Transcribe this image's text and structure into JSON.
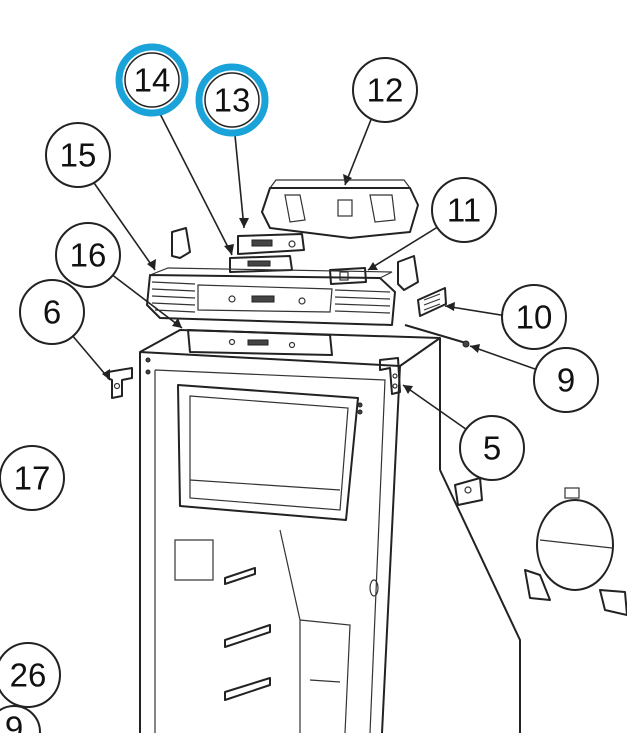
{
  "diagram": {
    "callouts": [
      {
        "id": "c14",
        "label": "14",
        "highlight": true
      },
      {
        "id": "c13",
        "label": "13",
        "highlight": true
      },
      {
        "id": "c12",
        "label": "12",
        "highlight": false
      },
      {
        "id": "c15",
        "label": "15",
        "highlight": false
      },
      {
        "id": "c11",
        "label": "11",
        "highlight": false
      },
      {
        "id": "c16",
        "label": "16",
        "highlight": false
      },
      {
        "id": "c6",
        "label": "6",
        "highlight": false
      },
      {
        "id": "c10",
        "label": "10",
        "highlight": false
      },
      {
        "id": "c9",
        "label": "9",
        "highlight": false
      },
      {
        "id": "c5",
        "label": "5",
        "highlight": false
      },
      {
        "id": "c17",
        "label": "17",
        "highlight": false
      },
      {
        "id": "c26",
        "label": "26",
        "highlight": false
      },
      {
        "id": "c9b",
        "label": "9",
        "highlight": false
      }
    ],
    "colors": {
      "highlight_ring": "#1aa3d9",
      "line": "#222222",
      "background": "#ffffff"
    }
  }
}
